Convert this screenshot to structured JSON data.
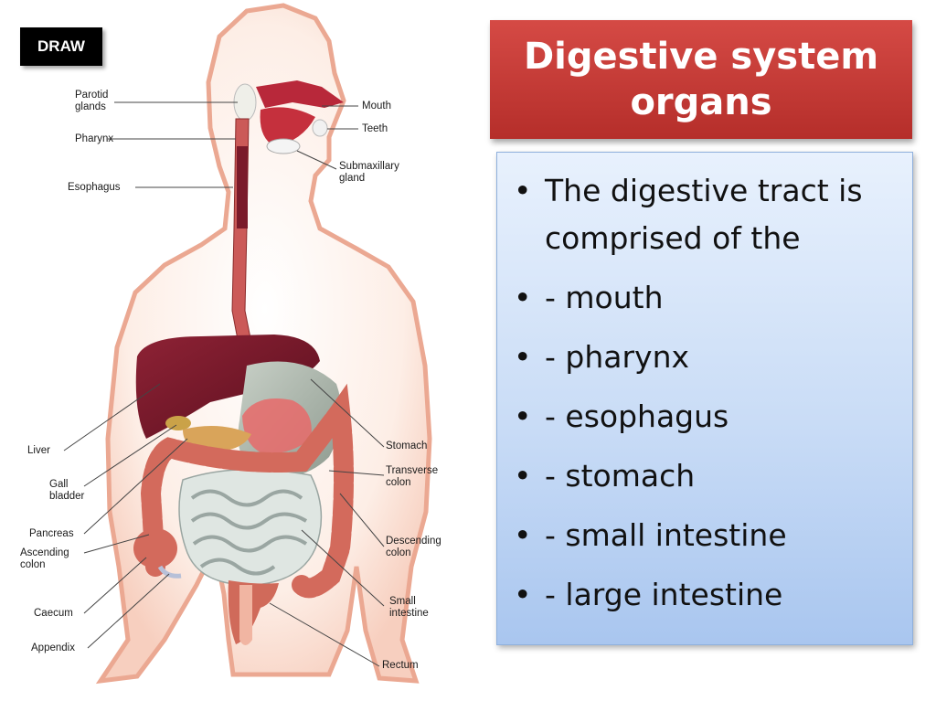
{
  "badge": "DRAW",
  "title": {
    "line1": "Digestive system",
    "line2": "organs"
  },
  "bullets": [
    "The digestive tract is comprised of the",
    "- mouth",
    "- pharynx",
    "- esophagus",
    "- stomach",
    "- small intestine",
    "- large intestine"
  ],
  "labels": {
    "parotid": "Parotid\nglands",
    "pharynx": "Pharynx",
    "esophagus": "Esophagus",
    "mouth": "Mouth",
    "teeth": "Teeth",
    "submaxillary": "Submaxillary\ngland",
    "liver": "Liver",
    "gall_bladder": "Gall\nbladder",
    "pancreas": "Pancreas",
    "ascending_colon": "Ascending\ncolon",
    "caecum": "Caecum",
    "appendix": "Appendix",
    "stomach": "Stomach",
    "transverse_colon": "Transverse\ncolon",
    "descending_colon": "Descending\ncolon",
    "small_intestine": "Small\nintestine",
    "rectum": "Rectum"
  },
  "colors": {
    "title_bg": "#c43a36",
    "content_bg": "#c9dcf6",
    "body_fill": "#fbe3d8",
    "body_outline": "#e9a58e",
    "liver": "#7a1a2c",
    "stomach": "#a9b3a8",
    "colon": "#d36a5c",
    "small_intestine": "#dfe6e2",
    "esophagus": "#c04a4a"
  }
}
